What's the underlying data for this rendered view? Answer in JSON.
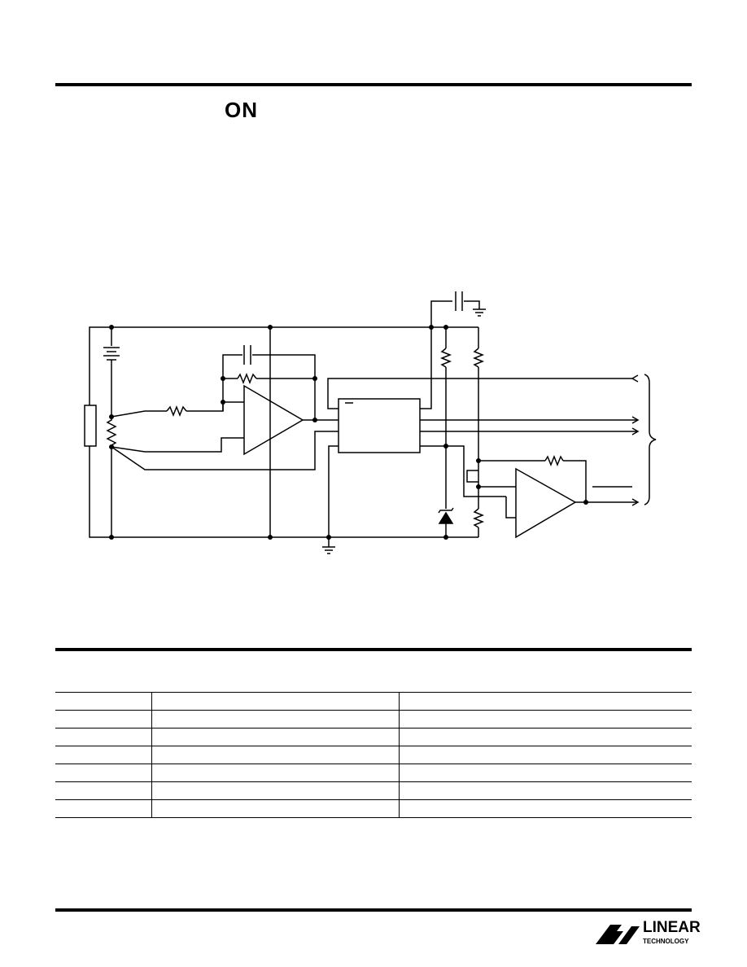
{
  "header": {
    "heading_fragment": "ON"
  },
  "schematic": {
    "description_visible_text": ""
  },
  "table": {
    "rows": [
      [
        "",
        "",
        ""
      ],
      [
        "",
        "",
        ""
      ],
      [
        "",
        "",
        ""
      ],
      [
        "",
        "",
        ""
      ],
      [
        "",
        "",
        ""
      ],
      [
        "",
        "",
        ""
      ],
      [
        "",
        "",
        ""
      ]
    ]
  },
  "footer": {
    "logo_word": "LINEAR",
    "logo_sub": "TECHNOLOGY"
  }
}
